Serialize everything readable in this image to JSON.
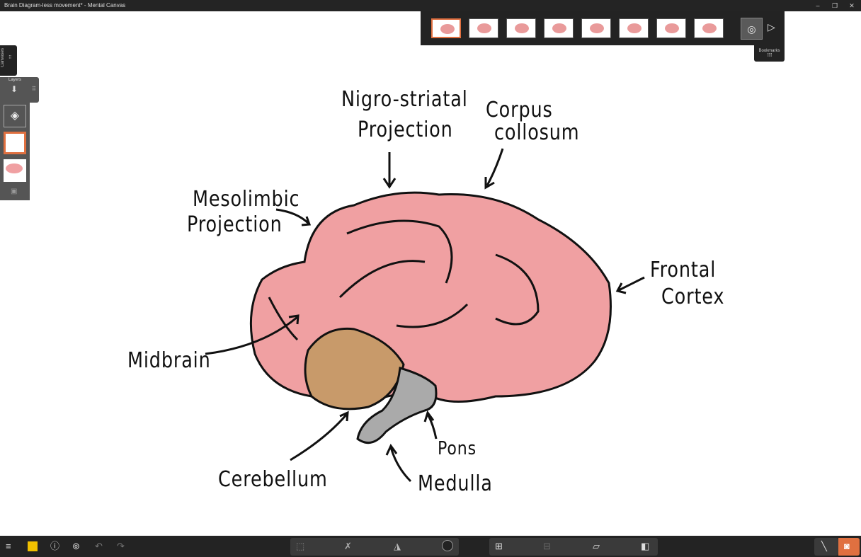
{
  "window": {
    "title": "Brain Diagram-less movement* - Mental Canvas",
    "minimize": "–",
    "restore": "❐",
    "close": "✕"
  },
  "bookmarks": {
    "label": "Bookmarks",
    "count": 8,
    "selected_index": 0,
    "camera_icon": "camera-icon",
    "next": "▷"
  },
  "canvases": {
    "label": "Canvases"
  },
  "layers": {
    "label": "Layers"
  },
  "drawing": {
    "labels": {
      "nigro": "Nigro-striatal",
      "nigro2": "Projection",
      "corpus": "Corpus",
      "corpus2": "collosum",
      "meso": "Mesolimbic",
      "meso2": "Projection",
      "frontal": "Frontal",
      "frontal2": "Cortex",
      "midbrain": "Midbrain",
      "cerebellum": "Cerebellum",
      "pons": "Pons",
      "medulla": "Medulla"
    },
    "colors": {
      "cortex": "#f0a0a2",
      "cerebellum": "#c89a6a",
      "brainstem": "#aaaaaa"
    }
  },
  "toolbar": {
    "accent": "#e07040"
  }
}
